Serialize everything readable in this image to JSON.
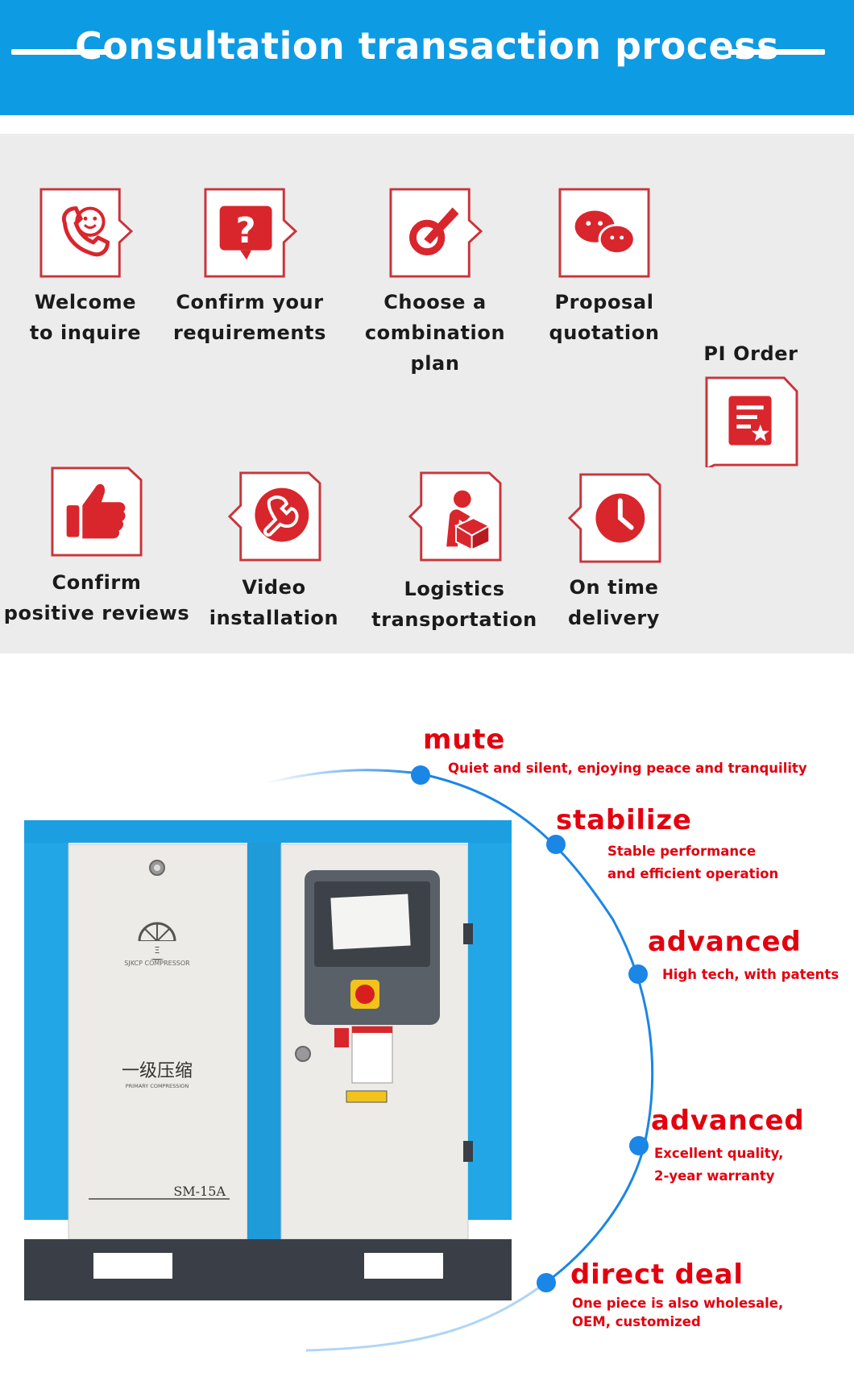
{
  "header": {
    "title": "Consultation transaction process"
  },
  "process": {
    "steps": [
      {
        "line1": "Welcome",
        "line2": "to inquire",
        "icon": "phone-smile-icon"
      },
      {
        "line1": "Confirm your",
        "line2": "requirements",
        "icon": "question-icon"
      },
      {
        "line1": "Choose a",
        "line2": "combination plan",
        "icon": "pen-icon"
      },
      {
        "line1": "Proposal",
        "line2": "quotation",
        "icon": "chat-icon"
      },
      {
        "line1": "PI Order",
        "icon": "document-icon"
      },
      {
        "line1": "Confirm",
        "line2": "positive reviews",
        "icon": "thumbs-up-icon"
      },
      {
        "line1": "Video",
        "line2": "installation",
        "icon": "wrench-icon"
      },
      {
        "line1": "Logistics",
        "line2": "transportation",
        "icon": "package-icon"
      },
      {
        "line1": "On time",
        "line2": "delivery",
        "icon": "clock-icon"
      }
    ]
  },
  "machine": {
    "brand": "SJKCP COMPRESSOR",
    "panel_cn": "一级压缩",
    "panel_en": "PRIMARY COMPRESSION",
    "model": "SM-15A"
  },
  "features": [
    {
      "title": "mute",
      "desc1": "Quiet and silent, enjoying peace and tranquility"
    },
    {
      "title": "stabilize",
      "desc1": "Stable performance",
      "desc2": "and efficient operation"
    },
    {
      "title": "advanced",
      "desc1": "High tech, with patents"
    },
    {
      "title": "advanced",
      "desc1": "Excellent quality,",
      "desc2": "2-year warranty"
    },
    {
      "title": "direct deal",
      "desc1": "One piece is also wholesale,",
      "desc2": "OEM, customized"
    }
  ],
  "colors": {
    "accent_blue": "#0d9be4",
    "accent_red": "#e3000f",
    "icon_red": "#d8262c",
    "dot_blue": "#1a86e6"
  }
}
